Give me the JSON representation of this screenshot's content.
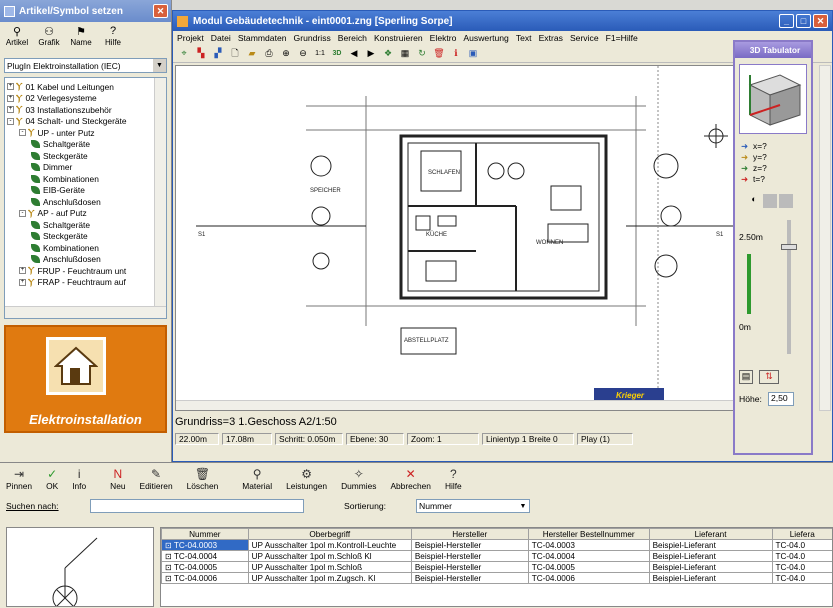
{
  "left_panel": {
    "title": "Artikel/Symbol setzen",
    "toolbar": [
      {
        "label": "Artikel",
        "icon": "article-icon"
      },
      {
        "label": "Grafik",
        "icon": "graphic-icon"
      },
      {
        "label": "Name",
        "icon": "name-icon"
      },
      {
        "label": "Hilfe",
        "icon": "help-icon"
      }
    ],
    "plugin_select": "PlugIn Elektroinstallation (IEC)",
    "tree": [
      {
        "label": "01 Kabel und Leitungen",
        "level": 0,
        "type": "node",
        "exp": "+"
      },
      {
        "label": "02 Verlegesysteme",
        "level": 0,
        "type": "node",
        "exp": "+"
      },
      {
        "label": "03 Installationszubehör",
        "level": 0,
        "type": "node",
        "exp": "+"
      },
      {
        "label": "04 Schalt- und Steckgeräte",
        "level": 0,
        "type": "node",
        "exp": "-"
      },
      {
        "label": "UP - unter Putz",
        "level": 1,
        "type": "node",
        "exp": "-"
      },
      {
        "label": "Schaltgeräte",
        "level": 2,
        "type": "leaf"
      },
      {
        "label": "Steckgeräte",
        "level": 2,
        "type": "leaf"
      },
      {
        "label": "Dimmer",
        "level": 2,
        "type": "leaf"
      },
      {
        "label": "Kombinationen",
        "level": 2,
        "type": "leaf"
      },
      {
        "label": "EIB-Geräte",
        "level": 2,
        "type": "leaf"
      },
      {
        "label": "Anschlußdosen",
        "level": 2,
        "type": "leaf"
      },
      {
        "label": "AP - auf Putz",
        "level": 1,
        "type": "node",
        "exp": "-"
      },
      {
        "label": "Schaltgeräte",
        "level": 2,
        "type": "leaf"
      },
      {
        "label": "Steckgeräte",
        "level": 2,
        "type": "leaf"
      },
      {
        "label": "Kombinationen",
        "level": 2,
        "type": "leaf"
      },
      {
        "label": "Anschlußdosen",
        "level": 2,
        "type": "leaf"
      },
      {
        "label": "FRUP - Feuchtraum unt",
        "level": 1,
        "type": "node",
        "exp": "+"
      },
      {
        "label": "FRAP - Feuchtraum auf",
        "level": 1,
        "type": "node",
        "exp": "+"
      }
    ],
    "banner": "Elektroinstallation",
    "accent": "#e07a10"
  },
  "main": {
    "title": "Modul Gebäudetechnik - eint0001.zng [Sperling Sorpe]",
    "menu": [
      "Projekt",
      "Datei",
      "Stammdaten",
      "Grundriss",
      "Bereich",
      "Konstruieren",
      "Elektro",
      "Auswertung",
      "Text",
      "Extras",
      "Service",
      "F1=Hilfe"
    ],
    "status_line": "Grundriss=3  1.Geschoss  A2/1:50",
    "status_cells": [
      "22.00m",
      "17.08m",
      "Schritt: 0.050m",
      "Ebene: 30",
      "Zoom: 1",
      "Linientyp 1 Breite 0",
      "Play (1)"
    ],
    "plan_labels": {
      "s1_left": "S1",
      "s1_right": "S1",
      "room1": "SCHLAFEN",
      "room2": "WOHNEN",
      "room3": "KÜCHE",
      "room4": "SPEICHER",
      "box": "ABSTELLPLATZ",
      "brand": "Krieger"
    }
  },
  "tab3d": {
    "title": "3D Tabulator",
    "coords": [
      "x=?",
      "y=?",
      "z=?",
      "t=?"
    ],
    "height_top": "2.50m",
    "height_bottom": "0m",
    "hoehe_label": "Höhe:",
    "hoehe_value": "2,50"
  },
  "bottom": {
    "buttons": [
      {
        "label": "Pinnen",
        "icon": "pin-icon"
      },
      {
        "label": "OK",
        "icon": "check-icon"
      },
      {
        "label": "Info",
        "icon": "info-icon"
      },
      {
        "label": "Neu",
        "icon": "new-icon"
      },
      {
        "label": "Editieren",
        "icon": "edit-icon"
      },
      {
        "label": "Löschen",
        "icon": "delete-icon"
      },
      {
        "label": "Material",
        "icon": "material-icon"
      },
      {
        "label": "Leistungen",
        "icon": "services-icon"
      },
      {
        "label": "Dummies",
        "icon": "dummies-icon"
      },
      {
        "label": "Abbrechen",
        "icon": "cancel-icon"
      },
      {
        "label": "Hilfe",
        "icon": "help-icon"
      }
    ],
    "search_label": "Suchen nach:",
    "search_value": "",
    "sort_label": "Sortierung:",
    "sort_value": "Nummer",
    "columns": [
      "Nummer",
      "Oberbegriff",
      "Hersteller",
      "Hersteller Bestellnummer",
      "Lieferant",
      "Liefera"
    ],
    "rows": [
      [
        "TC-04.0003",
        "UP Ausschalter 1pol m.Kontroll-Leuchte",
        "Beispiel-Hersteller",
        "TC-04.0003",
        "Beispiel-Lieferant",
        "TC-04.0"
      ],
      [
        "TC-04.0004",
        "UP Ausschalter 1pol m.Schloß Kl",
        "Beispiel-Hersteller",
        "TC-04.0004",
        "Beispiel-Lieferant",
        "TC-04.0"
      ],
      [
        "TC-04.0005",
        "UP Ausschalter 1pol m.Schloß",
        "Beispiel-Hersteller",
        "TC-04.0005",
        "Beispiel-Lieferant",
        "TC-04.0"
      ],
      [
        "TC-04.0006",
        "UP Ausschalter 1pol m.Zugsch. Kl",
        "Beispiel-Hersteller",
        "TC-04.0006",
        "Beispiel-Lieferant",
        "TC-04.0"
      ]
    ]
  }
}
